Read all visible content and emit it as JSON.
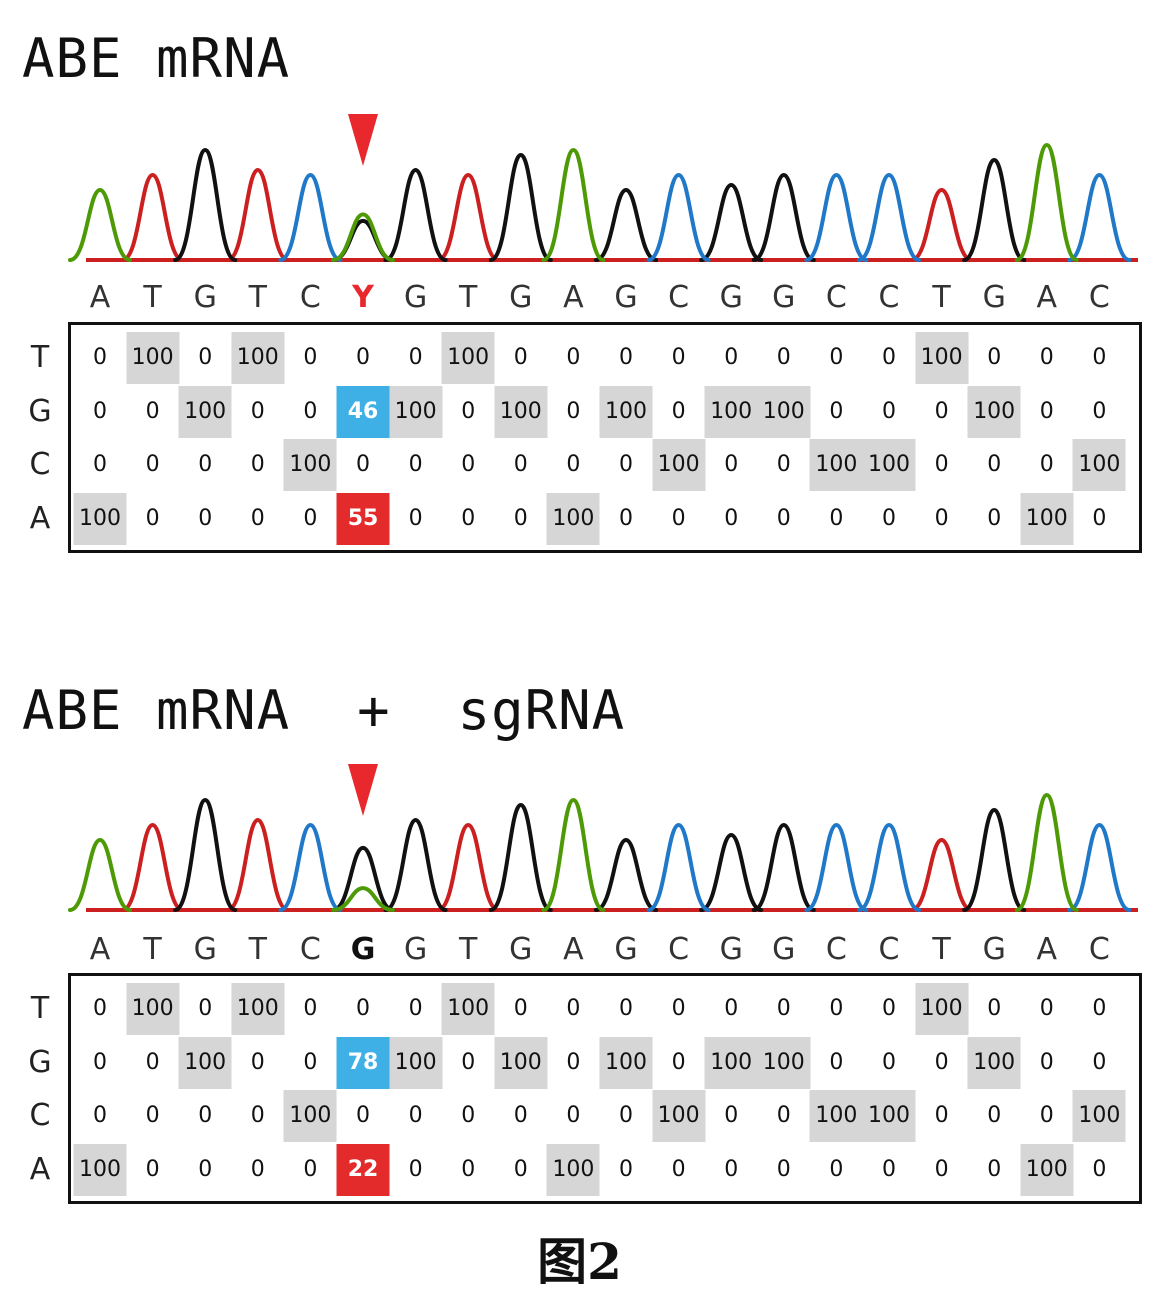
{
  "caption": "图2",
  "colors": {
    "A": "#4e9a06",
    "C": "#1f78c8",
    "G": "#111111",
    "T": "#cc1f1f",
    "arrow": "#e8282d",
    "mix_high": "#3fb0e6",
    "mix_low": "#e32b2b",
    "full": "#d6d6d6"
  },
  "chart_data": [
    {
      "type": "chromatogram",
      "title": "ABE mRNA",
      "sequence": [
        "A",
        "T",
        "G",
        "T",
        "C",
        "Y",
        "G",
        "T",
        "G",
        "A",
        "G",
        "C",
        "G",
        "G",
        "C",
        "C",
        "T",
        "G",
        "A",
        "C"
      ],
      "variant_index": 5,
      "rows": [
        "T",
        "G",
        "C",
        "A"
      ],
      "percentages": {
        "T": [
          0,
          100,
          0,
          100,
          0,
          0,
          0,
          100,
          0,
          0,
          0,
          0,
          0,
          0,
          0,
          0,
          100,
          0,
          0,
          0
        ],
        "G": [
          0,
          0,
          100,
          0,
          0,
          46,
          100,
          0,
          100,
          0,
          100,
          0,
          100,
          100,
          0,
          0,
          0,
          100,
          0,
          0
        ],
        "C": [
          0,
          0,
          0,
          0,
          100,
          0,
          0,
          0,
          0,
          0,
          0,
          100,
          0,
          0,
          100,
          100,
          0,
          0,
          0,
          100
        ],
        "A": [
          100,
          0,
          0,
          0,
          0,
          55,
          0,
          0,
          0,
          100,
          0,
          0,
          0,
          0,
          0,
          0,
          0,
          0,
          100,
          0
        ]
      }
    },
    {
      "type": "chromatogram",
      "title": "ABE mRNA  +  sgRNA",
      "sequence": [
        "A",
        "T",
        "G",
        "T",
        "C",
        "G",
        "G",
        "T",
        "G",
        "A",
        "G",
        "C",
        "G",
        "G",
        "C",
        "C",
        "T",
        "G",
        "A",
        "C"
      ],
      "variant_index": 5,
      "rows": [
        "T",
        "G",
        "C",
        "A"
      ],
      "percentages": {
        "T": [
          0,
          100,
          0,
          100,
          0,
          0,
          0,
          100,
          0,
          0,
          0,
          0,
          0,
          0,
          0,
          0,
          100,
          0,
          0,
          0
        ],
        "G": [
          0,
          0,
          100,
          0,
          0,
          78,
          100,
          0,
          100,
          0,
          100,
          0,
          100,
          100,
          0,
          0,
          0,
          100,
          0,
          0
        ],
        "C": [
          0,
          0,
          0,
          0,
          100,
          0,
          0,
          0,
          0,
          0,
          0,
          100,
          0,
          0,
          100,
          100,
          0,
          0,
          0,
          100
        ],
        "A": [
          100,
          0,
          0,
          0,
          0,
          22,
          0,
          0,
          0,
          100,
          0,
          0,
          0,
          0,
          0,
          0,
          0,
          0,
          100,
          0
        ]
      }
    }
  ]
}
